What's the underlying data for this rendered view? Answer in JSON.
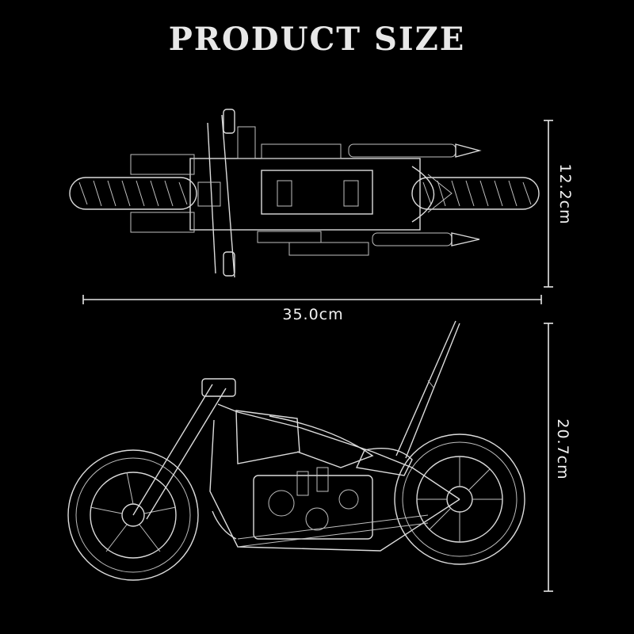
{
  "title": "PRODUCT SIZE",
  "dimensions": {
    "length": "35.0cm",
    "width": "12.2cm",
    "height": "20.7cm"
  },
  "colors": {
    "background": "#000000",
    "line": "#dcdcdc"
  }
}
